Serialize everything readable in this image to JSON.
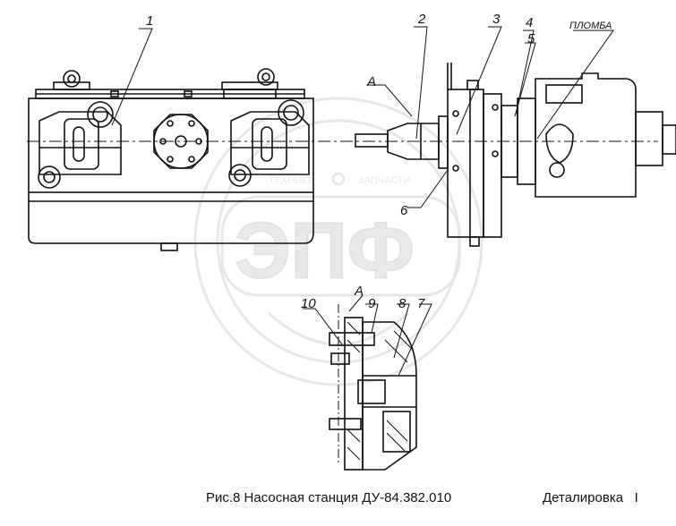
{
  "callouts": [
    "1",
    "2",
    "3",
    "4",
    "5",
    "6",
    "7",
    "8",
    "9",
    "10"
  ],
  "view_label": "А",
  "section_label": "А",
  "seal_label": "ПЛОМБА",
  "watermark": {
    "logo_text": "ЭПФ",
    "ring_text_left": "ТЕХНИКИ",
    "ring_text_right": "ЗАПЧАСТИ"
  },
  "caption": "Рис.8 Насосная станция ДУ-84.382.010",
  "section_title": "Деталировка",
  "section_number": "I"
}
